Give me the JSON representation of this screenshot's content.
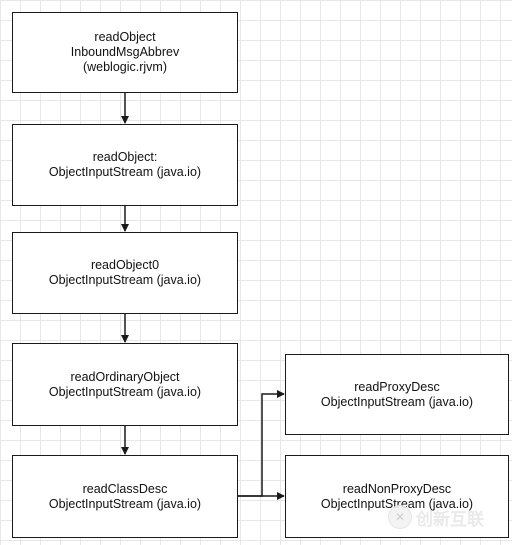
{
  "nodes": [
    {
      "id": "n1",
      "line1": "readObject",
      "line2": "InboundMsgAbbrev",
      "line3": "(weblogic.rjvm)"
    },
    {
      "id": "n2",
      "line1": "readObject:",
      "line2": "ObjectInputStream (java.io)"
    },
    {
      "id": "n3",
      "line1": "readObject0",
      "line2": "ObjectInputStream (java.io)"
    },
    {
      "id": "n4",
      "line1": "readOrdinaryObject",
      "line2": "ObjectInputStream (java.io)"
    },
    {
      "id": "n5",
      "line1": "readClassDesc",
      "line2": "ObjectInputStream (java.io)"
    },
    {
      "id": "n6",
      "line1": "readProxyDesc",
      "line2": "ObjectInputStream (java.io)"
    },
    {
      "id": "n7",
      "line1": "readNonProxyDesc",
      "line2": "ObjectInputStream (java.io)"
    }
  ],
  "edges": [
    {
      "from": "n1",
      "to": "n2"
    },
    {
      "from": "n2",
      "to": "n3"
    },
    {
      "from": "n3",
      "to": "n4"
    },
    {
      "from": "n4",
      "to": "n5"
    },
    {
      "from": "n5",
      "to": "n6"
    },
    {
      "from": "n5",
      "to": "n7"
    }
  ],
  "colors": {
    "stroke": "#1a1a1a",
    "grid": "#e7e7e7",
    "background": "#ffffff"
  },
  "watermark": {
    "text": "创新互联",
    "icon": "brand-logo-icon"
  }
}
